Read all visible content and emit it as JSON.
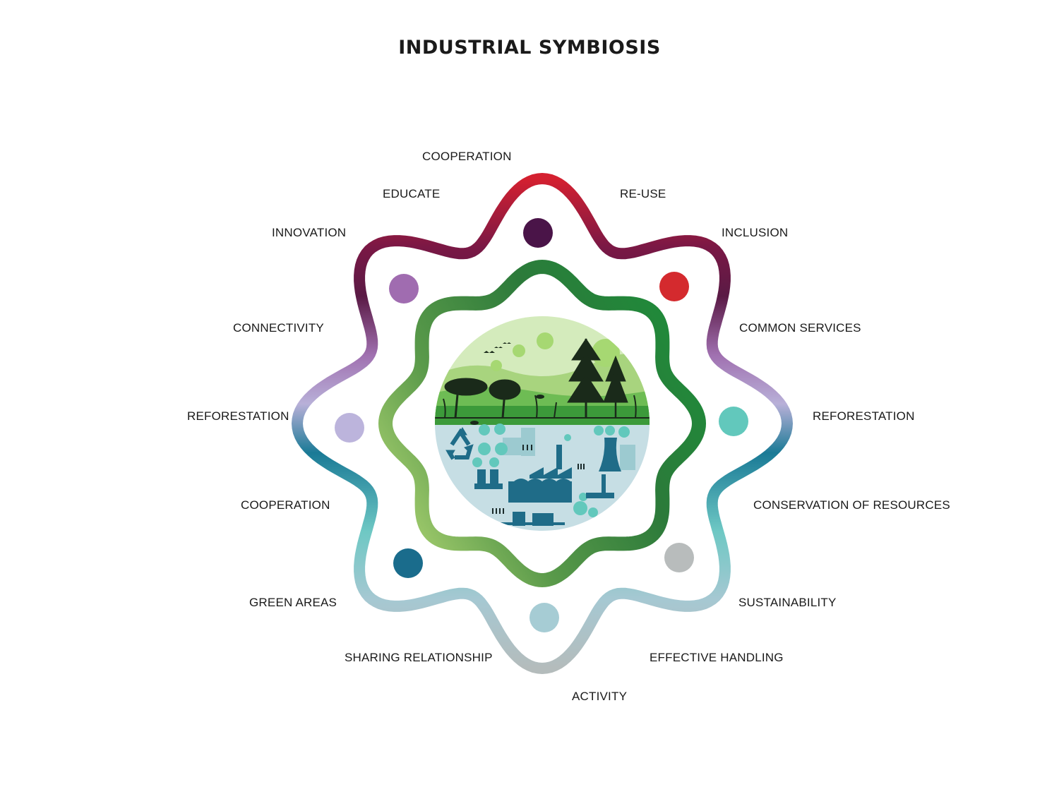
{
  "title": "INDUSTRIAL SYMBIOSIS",
  "labels": {
    "cooperation_top": "COOPERATION",
    "educate": "EDUCATE",
    "re_use": "RE-USE",
    "innovation": "INNOVATION",
    "inclusion": "INCLUSION",
    "connectivity": "CONNECTIVITY",
    "common_services": "COMMON SERVICES",
    "reforestation_left": "REFORESTATION",
    "reforestation_right": "REFORESTATION",
    "cooperation_left": "COOPERATION",
    "conservation_of_resources": "CONSERVATION OF RESOURCES",
    "green_areas": "GREEN AREAS",
    "sustainability": "SUSTAINABILITY",
    "sharing_relationship": "SHARING RELATIONSHIP",
    "effective_handling": "EFFECTIVE HANDLING",
    "activity": "ACTIVITY"
  },
  "colors": {
    "outer_ring": [
      "#d42030",
      "#7a1845",
      "#5a1a45",
      "#a070b0",
      "#b8b0d8",
      "#1a7a96",
      "#6ec8c4",
      "#a6c8d2",
      "#b4bcbc"
    ],
    "inner_ring": [
      "#1e8c3a",
      "#2c7a3a",
      "#5a9a4a",
      "#a8d070"
    ],
    "dots": [
      "#4a1448",
      "#d42a2e",
      "#62c8bc",
      "#b8bcbc",
      "#a6ccd4",
      "#1a6c8c",
      "#bcb4dc",
      "#a06cb0"
    ],
    "nature_sky": "#d4ebbc",
    "industry_bg": "#c6dee4",
    "industry_fg": "#1f6c88",
    "bubble_teal": "#62c8bc"
  },
  "icons": [
    "recycle-icon",
    "factory-icon",
    "cooling-tower-icon",
    "tree-icon",
    "bird-icon"
  ]
}
